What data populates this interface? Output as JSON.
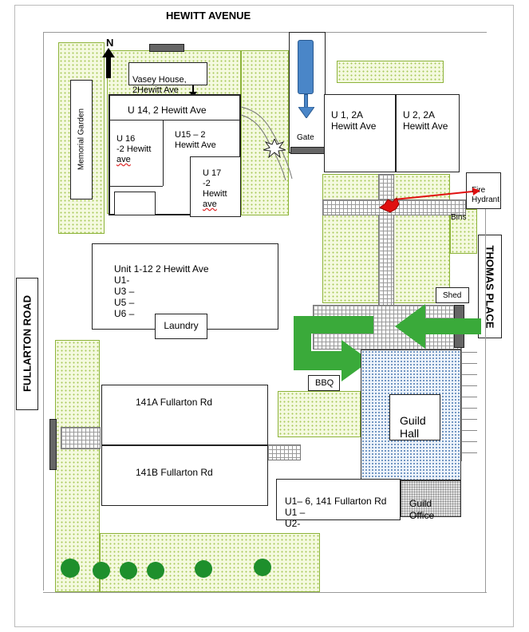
{
  "roads": {
    "north": "HEWITT AVENUE",
    "west": "FULLARTON ROAD",
    "east": "THOMAS PLACE"
  },
  "north_marker": "N",
  "buildings": {
    "vasey": "Vasey House,\n2Hewitt Ave",
    "u14": "U 14, 2 Hewitt Ave",
    "u16_line1": "U 16",
    "u16_line2": "-2 Hewitt",
    "u16_line3": "ave",
    "u15": "U15 – 2\nHewitt Ave",
    "u17_line1": "U 17",
    "u17_line2": "-2",
    "u17_line3": "Hewitt",
    "u17_line4": "ave",
    "u1_2a": "U 1, 2A\nHewitt Ave",
    "u2_2a": "U 2, 2A\nHewitt Ave",
    "unit_1_12": "Unit 1-12   2 Hewitt Ave\nU1-\nU3 –\nU5 –\nU6 –",
    "laundry": "Laundry",
    "f141a": "141A Fullarton Rd",
    "f141b": "141B Fullarton Rd",
    "u1_6_141": "U1– 6, 141 Fullarton Rd\nU1 –\nU2-",
    "guild_hall": "Guild\nHall",
    "guild_office": "Guild\nOffice",
    "bbq": "BBQ",
    "shed": "Shed",
    "bins": "Bins",
    "fire_hydrant": "Fire\nHydrant",
    "gate": "Gate"
  },
  "memorial_garden": "Memorial Garden",
  "colors": {
    "arrow_green": "#3aaa3a",
    "hydrant_red": "#e01010",
    "tree_green": "#1e8f2c",
    "car_blue": "#4a86c8"
  }
}
